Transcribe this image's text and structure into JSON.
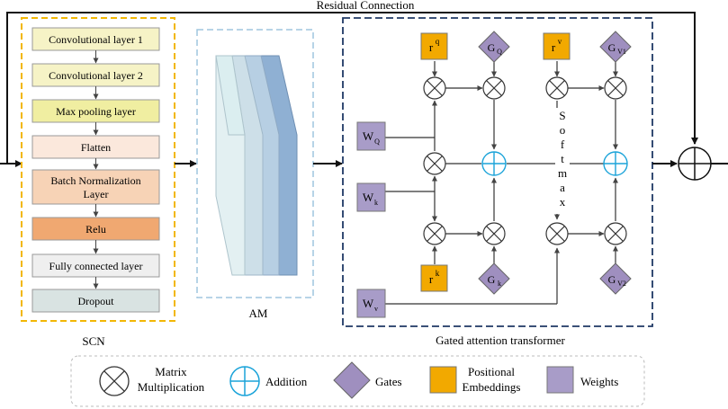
{
  "top_label": "Residual Connection",
  "scn": {
    "caption": "SCN",
    "layers": [
      {
        "label": "Convolutional layer 1",
        "fill": "#f6f3c6"
      },
      {
        "label": "Convolutional layer 2",
        "fill": "#f6f3c6"
      },
      {
        "label": "Max pooling layer",
        "fill": "#f0eea1"
      },
      {
        "label": "Flatten",
        "fill": "#fbe8dc"
      },
      {
        "label_line1": "Batch Normalization",
        "label_line2": "Layer",
        "fill": "#f7d3b6"
      },
      {
        "label": "Relu",
        "fill": "#f0a871"
      },
      {
        "label": "Fully connected layer",
        "fill": "#efefef"
      },
      {
        "label": "Dropout",
        "fill": "#d9e3e2"
      }
    ],
    "border_color": "#f2b705"
  },
  "am": {
    "caption": "AM",
    "border_color": "#9fc6df"
  },
  "gat": {
    "caption": "Gated attention transformer",
    "border_color": "#1f3864",
    "rq": "r",
    "rq_sup": "q",
    "rv": "r",
    "rv_sup": "v",
    "rk": "r",
    "rk_sup": "k",
    "gq": "G",
    "gq_sub": "Q",
    "gv1": "G",
    "gv1_sub": "V1",
    "gk": "G",
    "gk_sub": "k",
    "gv2": "G",
    "gv2_sub": "V2",
    "wq": "W",
    "wq_sub": "Q",
    "wk": "W",
    "wk_sub": "k",
    "wv": "W",
    "wv_sub": "v",
    "softmax_letters": [
      "S",
      "o",
      "f",
      "t",
      "m",
      "a",
      "x"
    ]
  },
  "legend": {
    "matrix_line1": "Matrix",
    "matrix_line2": "Multiplication",
    "addition": "Addition",
    "gates": "Gates",
    "pos_line1": "Positional",
    "pos_line2": "Embeddings",
    "weights": "Weights"
  },
  "colors": {
    "gate": "#9f8fbf",
    "positional": "#f2a900",
    "weight": "#a89cc8",
    "addition": "#1aa3d9"
  }
}
